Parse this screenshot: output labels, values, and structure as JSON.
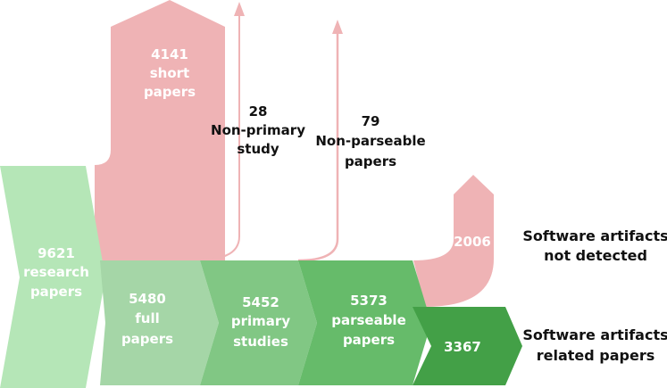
{
  "nodes": {
    "research": {
      "count": "9621",
      "line1": "research",
      "line2": "papers",
      "color": "#b5e6b7"
    },
    "full": {
      "count": "5480",
      "line1": "full",
      "line2": "papers",
      "color": "#a5d6a7"
    },
    "primary": {
      "count": "5452",
      "line1": "primary",
      "line2": "studies",
      "color": "#81c784"
    },
    "parseable": {
      "count": "5373",
      "line1": "parseable",
      "line2": "papers",
      "color": "#66bb6a"
    },
    "artifacts": {
      "count": "3367",
      "color": "#43a047"
    }
  },
  "exclusions": {
    "short": {
      "count": "4141",
      "line1": "short",
      "line2": "papers",
      "color": "#efb3b5"
    },
    "non_primary": {
      "count": "28",
      "line1": "Non-primary",
      "line2": "study"
    },
    "non_parseable": {
      "count": "79",
      "line1": "Non-parseable",
      "line2": "papers"
    },
    "not_detected": {
      "count": "2006"
    }
  },
  "side_labels": {
    "not_detected_line1": "Software artifacts",
    "not_detected_line2": "not detected",
    "related_line1": "Software artifacts",
    "related_line2": "related papers"
  }
}
